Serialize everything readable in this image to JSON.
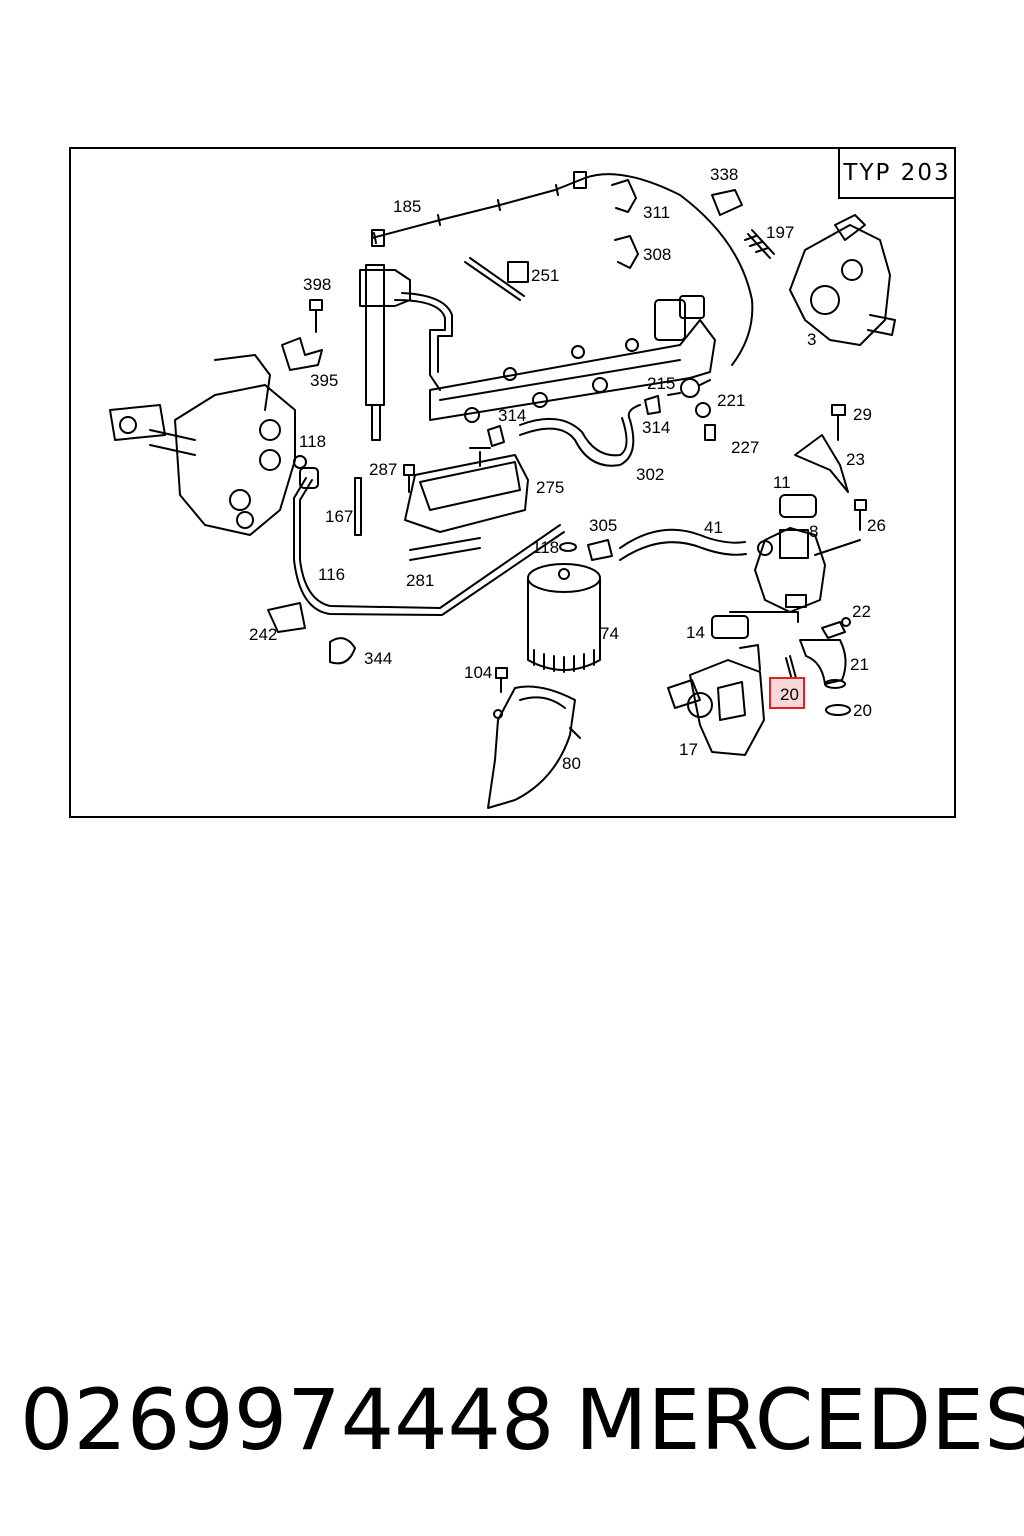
{
  "diagram": {
    "type_label": "TYP 203",
    "highlighted_part": "20",
    "labels": [
      "338",
      "185",
      "311",
      "197",
      "308",
      "251",
      "398",
      "3",
      "395",
      "215",
      "314",
      "221",
      "118",
      "314",
      "29",
      "227",
      "287",
      "302",
      "23",
      "275",
      "167",
      "11",
      "305",
      "41",
      "26",
      "118",
      "8",
      "116",
      "281",
      "22",
      "74",
      "14",
      "242",
      "344",
      "104",
      "21",
      "20",
      "20",
      "17",
      "80"
    ]
  },
  "footer": {
    "part_number": "0269974448",
    "brand": "MERCEDES"
  }
}
